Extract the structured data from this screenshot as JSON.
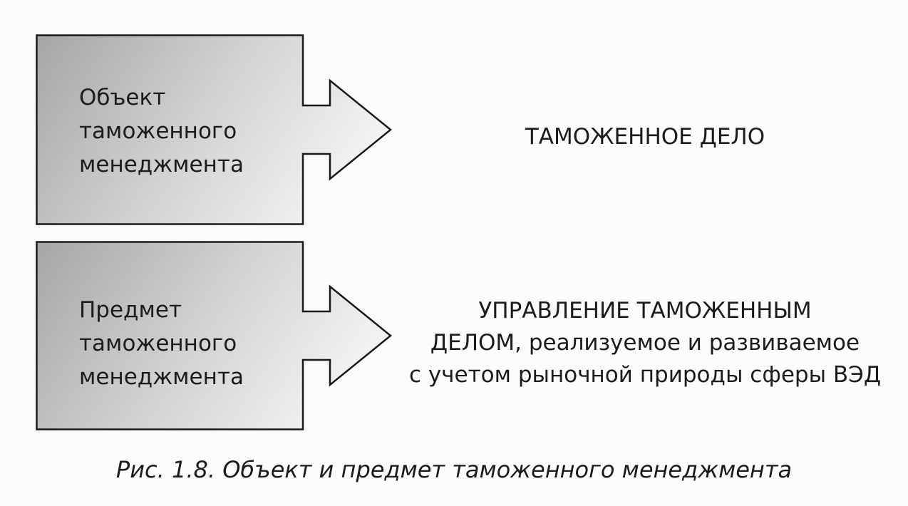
{
  "rows": [
    {
      "box_lines": [
        "Объект",
        "таможенного",
        "менеджмента"
      ],
      "description_lines": [
        "ТАМОЖЕННОЕ ДЕЛО"
      ]
    },
    {
      "box_lines": [
        "Предмет",
        "таможенного",
        "менеджмента"
      ],
      "description_lines": [
        "УПРАВЛЕНИЕ ТАМОЖЕННЫМ",
        "ДЕЛОМ, реализуемое и развиваемое",
        "с учетом рыночной природы сферы ВЭД"
      ]
    }
  ],
  "caption": "Рис. 1.8. Объект и предмет таможенного менеджмента",
  "colors": {
    "box_fill_dark": "#a9a9a9",
    "box_fill_light": "#f2f2f2",
    "outline": "#1a1a1a",
    "text": "#1c1c1c"
  }
}
